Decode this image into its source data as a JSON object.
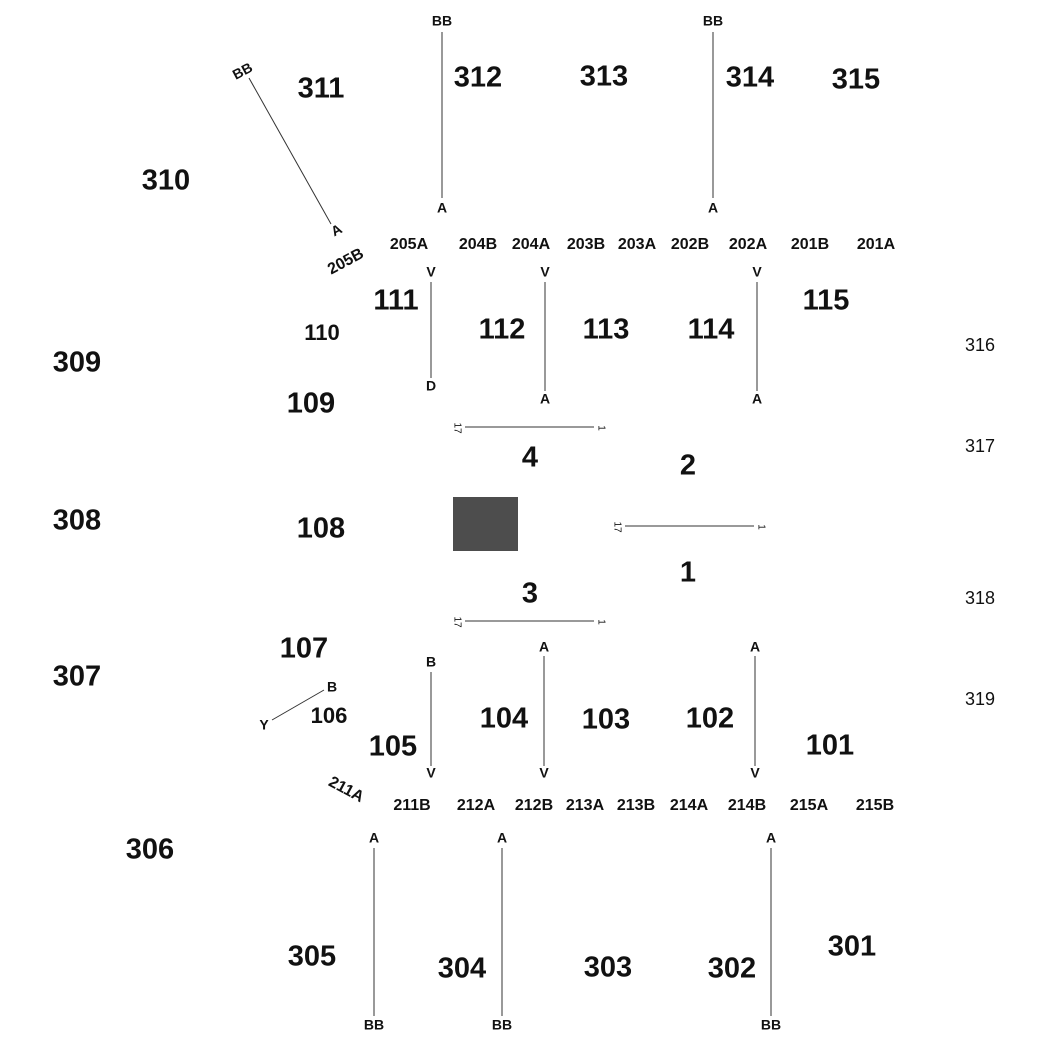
{
  "colors": {
    "block": "#4d4d4d",
    "line": "#333333",
    "text": "#111111"
  },
  "sections": {
    "s1": "1",
    "s2": "2",
    "s3": "3",
    "s4": "4",
    "r101": "101",
    "r102": "102",
    "r103": "103",
    "r104": "104",
    "r105": "105",
    "r106": "106",
    "r107": "107",
    "r108": "108",
    "r109": "109",
    "r110": "110",
    "r111": "111",
    "r112": "112",
    "r113": "113",
    "r114": "114",
    "r115": "115",
    "r301": "301",
    "r302": "302",
    "r303": "303",
    "r304": "304",
    "r305": "305",
    "r306": "306",
    "r307": "307",
    "r308": "308",
    "r309": "309",
    "r310": "310",
    "r311": "311",
    "r312": "312",
    "r313": "313",
    "r314": "314",
    "r315": "315",
    "r316": "316",
    "r317": "317",
    "r318": "318",
    "r319": "319"
  },
  "upper_row": [
    "205A",
    "204B",
    "204A",
    "203B",
    "203A",
    "202B",
    "202A",
    "201B",
    "201A"
  ],
  "upper_corner": "205B",
  "lower_row": [
    "211B",
    "212A",
    "212B",
    "213A",
    "213B",
    "214A",
    "214B",
    "215A",
    "215B"
  ],
  "lower_corner": "211A",
  "aisle_labels": {
    "bb": "BB",
    "a": "A",
    "v": "V",
    "d": "D",
    "b": "B",
    "y": "Y"
  },
  "row_ticks": {
    "start": "17",
    "end": "1"
  }
}
